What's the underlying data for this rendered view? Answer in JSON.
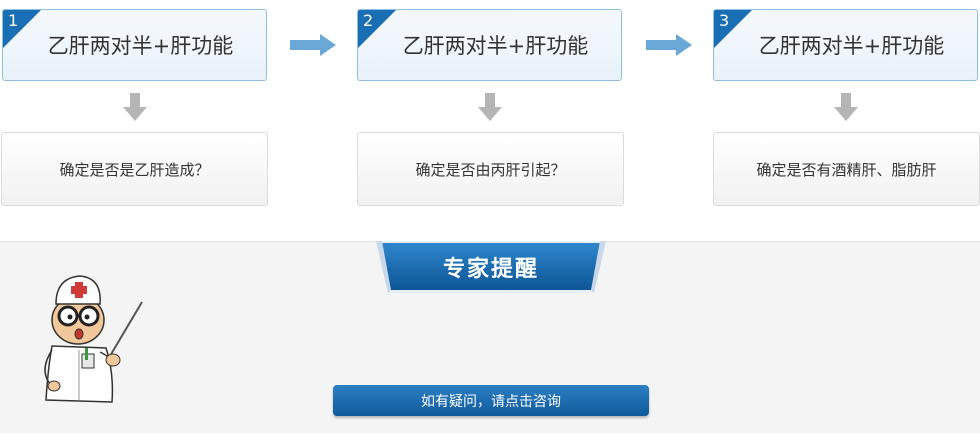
{
  "steps": [
    {
      "number": "1",
      "title": "乙肝两对半+肝功能",
      "question": "确定是否是乙肝造成？"
    },
    {
      "number": "2",
      "title": "乙肝两对半+肝功能",
      "question": "确定是否由丙肝引起？"
    },
    {
      "number": "3",
      "title": "乙肝两对半+肝功能",
      "question": "确定是否有酒精肝、脂肪肝"
    }
  ],
  "expert": {
    "banner_title": "专家提醒",
    "consult_button": "如有疑问，请点击咨询"
  },
  "colors": {
    "accent_blue": "#1a6fb4",
    "arrow_blue": "#6aa8d8",
    "arrow_gray": "#b5b5b5"
  },
  "icons": {
    "step_right_arrow": "right-arrow-icon",
    "step_down_arrow": "down-arrow-icon",
    "doctor": "doctor-illustration"
  }
}
